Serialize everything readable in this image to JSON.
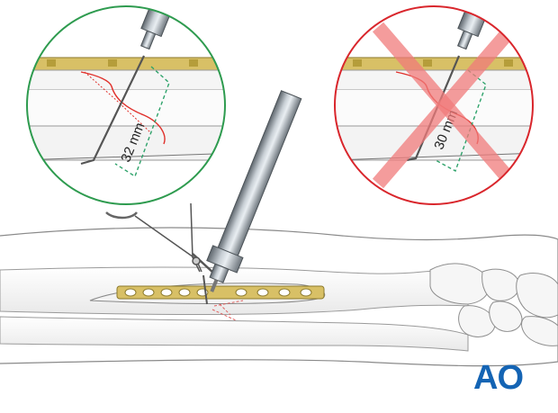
{
  "labels": {
    "correct_measure": "32 mm",
    "incorrect_measure": "30 mm",
    "logo": "AO"
  },
  "colors": {
    "correct_ring": "#2e9b4f",
    "incorrect_ring": "#d9262c",
    "bone_outline": "#6f6f6f",
    "plate": "#d8c066",
    "cross": "#f07b7b",
    "logo": "#1464b4",
    "measure_line": "#2fa36b",
    "fracture_line": "#e0302b"
  },
  "icons": {
    "logo": "ao-logo-icon",
    "cross": "cross-icon"
  }
}
